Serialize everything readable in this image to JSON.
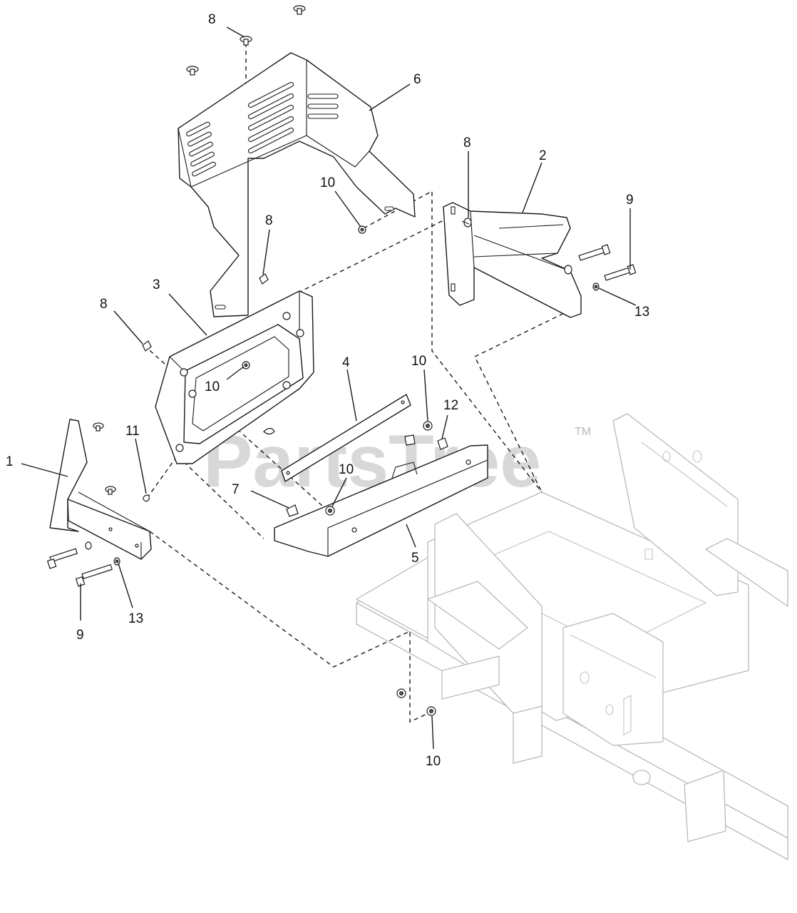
{
  "watermark": {
    "text": "PartsTree",
    "trademark": "TM"
  },
  "callouts": [
    {
      "id": "c-8-top",
      "label": "8"
    },
    {
      "id": "c-6",
      "label": "6"
    },
    {
      "id": "c-8-right",
      "label": "8"
    },
    {
      "id": "c-2",
      "label": "2"
    },
    {
      "id": "c-10-upper",
      "label": "10"
    },
    {
      "id": "c-9-right",
      "label": "9"
    },
    {
      "id": "c-8-mid",
      "label": "8"
    },
    {
      "id": "c-3",
      "label": "3"
    },
    {
      "id": "c-8-left",
      "label": "8"
    },
    {
      "id": "c-13-right",
      "label": "13"
    },
    {
      "id": "c-10-mid",
      "label": "10"
    },
    {
      "id": "c-4",
      "label": "4"
    },
    {
      "id": "c-10-right",
      "label": "10"
    },
    {
      "id": "c-12",
      "label": "12"
    },
    {
      "id": "c-11",
      "label": "11"
    },
    {
      "id": "c-1",
      "label": "1"
    },
    {
      "id": "c-10-center",
      "label": "10"
    },
    {
      "id": "c-7",
      "label": "7"
    },
    {
      "id": "c-5",
      "label": "5"
    },
    {
      "id": "c-9-left",
      "label": "9"
    },
    {
      "id": "c-13-left",
      "label": "13"
    },
    {
      "id": "c-10-bottom",
      "label": "10"
    }
  ]
}
